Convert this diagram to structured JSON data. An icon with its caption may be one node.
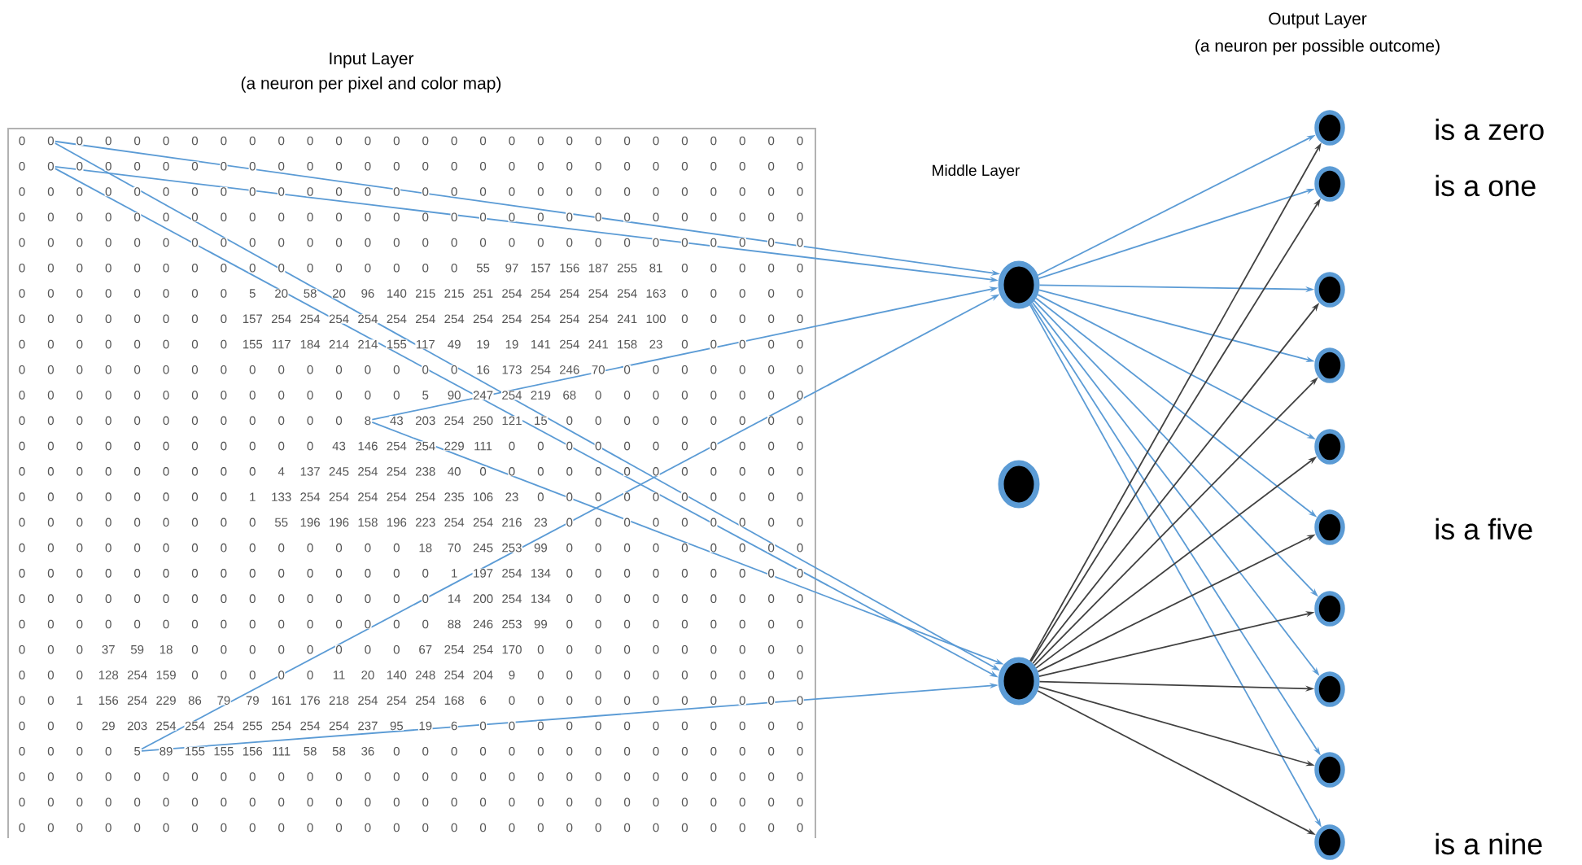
{
  "diagram": {
    "nodes": [
      {
        "text": [
          "0"
        ]
      },
      {
        "text": [
          "0"
        ]
      },
      {
        "text": [
          "8"
        ]
      },
      {
        "text": [
          "5"
        ]
      },
      {
        "text": [],
        "shape": "circle"
      },
      {
        "text": [],
        "shape": "circle"
      },
      {
        "text": [],
        "shape": "circle"
      },
      {
        "text": [],
        "shape": "circle",
        "beside": [
          "is a zero"
        ]
      },
      {
        "text": [],
        "shape": "circle",
        "beside": [
          "is a one"
        ]
      },
      {
        "text": [],
        "shape": "circle"
      },
      {
        "text": [],
        "shape": "circle"
      },
      {
        "text": [],
        "shape": "circle"
      },
      {
        "text": [],
        "shape": "circle",
        "beside": [
          "is a five"
        ]
      },
      {
        "text": [],
        "shape": "circle"
      },
      {
        "text": [],
        "shape": "circle"
      },
      {
        "text": [],
        "shape": "circle"
      },
      {
        "text": [],
        "shape": "circle",
        "beside": [
          "is a nine"
        ]
      }
    ],
    "edges": [
      {
        "from": 0,
        "to": 4,
        "arrow": "to"
      },
      {
        "from": 0,
        "to": 6,
        "arrow": "to"
      },
      {
        "from": 1,
        "to": 4,
        "arrow": "to"
      },
      {
        "from": 1,
        "to": 6,
        "arrow": "to"
      },
      {
        "from": 2,
        "to": 4,
        "arrow": "to"
      },
      {
        "from": 2,
        "to": 6,
        "arrow": "to"
      },
      {
        "from": 3,
        "to": 4,
        "arrow": "to"
      },
      {
        "from": 3,
        "to": 6,
        "arrow": "to"
      },
      {
        "from": 4,
        "to": 7,
        "arrow": "to"
      },
      {
        "from": 4,
        "to": 8,
        "arrow": "to"
      },
      {
        "from": 4,
        "to": 9,
        "arrow": "to"
      },
      {
        "from": 4,
        "to": 10,
        "arrow": "to"
      },
      {
        "from": 4,
        "to": 11,
        "arrow": "to"
      },
      {
        "from": 4,
        "to": 12,
        "arrow": "to"
      },
      {
        "from": 4,
        "to": 13,
        "arrow": "to"
      },
      {
        "from": 4,
        "to": 14,
        "arrow": "to"
      },
      {
        "from": 4,
        "to": 15,
        "arrow": "to"
      },
      {
        "from": 4,
        "to": 16,
        "arrow": "to"
      },
      {
        "from": 6,
        "to": 7,
        "arrow": "to",
        "color": "#404040"
      },
      {
        "from": 6,
        "to": 8,
        "arrow": "to",
        "color": "#404040"
      },
      {
        "from": 6,
        "to": 9,
        "arrow": "to",
        "color": "#404040"
      },
      {
        "from": 6,
        "to": 10,
        "arrow": "to",
        "color": "#404040"
      },
      {
        "from": 6,
        "to": 11,
        "arrow": "to",
        "color": "#404040"
      },
      {
        "from": 6,
        "to": 12,
        "arrow": "to",
        "color": "#404040"
      },
      {
        "from": 6,
        "to": 13,
        "arrow": "to",
        "color": "#404040"
      },
      {
        "from": 6,
        "to": 14,
        "arrow": "to",
        "color": "#404040"
      },
      {
        "from": 6,
        "to": 15,
        "arrow": "to",
        "color": "#404040"
      },
      {
        "from": 6,
        "to": 16,
        "arrow": "to",
        "color": "#404040"
      }
    ],
    "labels": [
      "Output Layer",
      "(a neuron per possible outcome)",
      "Input Layer",
      "(a neuron per pixel and color map)",
      "Middle Layer",
      "0",
      "0",
      "0",
      "0",
      "0",
      "0",
      "0",
      "0",
      "0",
      "0",
      "0",
      "0",
      "0",
      "0",
      "0",
      "0",
      "0",
      "0",
      "0",
      "0",
      "0",
      "0",
      "0",
      "0",
      "0",
      "0",
      "0",
      "0",
      "0",
      "0",
      "0",
      "0",
      "0",
      "0",
      "0",
      "0",
      "0",
      "0",
      "0",
      "0",
      "0",
      "0",
      "0",
      "0",
      "0",
      "0",
      "0",
      "0",
      "0",
      "0",
      "0",
      "0",
      "0",
      "0",
      "0",
      "0",
      "0",
      "0",
      "0",
      "0",
      "0",
      "0",
      "0",
      "0",
      "0",
      "0",
      "0",
      "0",
      "0",
      "0",
      "0",
      "0",
      "0",
      "0",
      "0",
      "0",
      "0",
      "0",
      "0",
      "0",
      "0",
      "0",
      "0",
      "0",
      "0",
      "0",
      "0",
      "0",
      "0",
      "0",
      "0",
      "0",
      "0",
      "0",
      "0",
      "0",
      "0",
      "0",
      "0",
      "0",
      "0",
      "0",
      "0",
      "0",
      "0",
      "0",
      "0",
      "0",
      "0",
      "0",
      "0",
      "0",
      "0",
      "0",
      "0",
      "0",
      "0",
      "0",
      "0",
      "0",
      "0",
      "0",
      "0",
      "0",
      "0",
      "0",
      "0",
      "0",
      "0",
      "0",
      "0",
      "0",
      "0",
      "0",
      "0",
      "0",
      "0",
      "0",
      "0",
      "0",
      "0",
      "0",
      "0",
      "0",
      "0",
      "0",
      "0",
      "0",
      "0",
      "0",
      "0",
      "0",
      "0",
      "0",
      "55",
      "97",
      "157",
      "156",
      "187",
      "255",
      "81",
      "0",
      "0",
      "0",
      "0",
      "0",
      "0",
      "0",
      "0",
      "0",
      "0",
      "0",
      "0",
      "0",
      "5",
      "20",
      "58",
      "20",
      "96",
      "140",
      "215",
      "215",
      "251",
      "254",
      "254",
      "254",
      "254",
      "254",
      "163",
      "0",
      "0",
      "0",
      "0",
      "0",
      "0",
      "0",
      "0",
      "0",
      "0",
      "0",
      "0",
      "0",
      "157",
      "254",
      "254",
      "254",
      "254",
      "254",
      "254",
      "254",
      "254",
      "254",
      "254",
      "254",
      "254",
      "241",
      "100",
      "0",
      "0",
      "0",
      "0",
      "0",
      "0",
      "0",
      "0",
      "0",
      "0",
      "0",
      "0",
      "0",
      "155",
      "117",
      "184",
      "214",
      "214",
      "155",
      "117",
      "49",
      "19",
      "19",
      "141",
      "254",
      "241",
      "158",
      "23",
      "0",
      "0",
      "0",
      "0",
      "0",
      "0",
      "0",
      "0",
      "0",
      "0",
      "0",
      "0",
      "0",
      "0",
      "0",
      "0",
      "0",
      "0",
      "0",
      "0",
      "0",
      "16",
      "173",
      "254",
      "246",
      "70",
      "0",
      "0",
      "0",
      "0",
      "0",
      "0",
      "0",
      "0",
      "0",
      "0",
      "0",
      "0",
      "0",
      "0",
      "0",
      "0",
      "0",
      "0",
      "0",
      "0",
      "0",
      "5",
      "90",
      "247",
      "254",
      "219",
      "68",
      "0",
      "0",
      "0",
      "0",
      "0",
      "0",
      "0",
      "0",
      "0",
      "0",
      "0",
      "0",
      "0",
      "0",
      "0",
      "0",
      "0",
      "0",
      "0",
      "0",
      "43",
      "203",
      "254",
      "250",
      "121",
      "15",
      "0",
      "0",
      "0",
      "0",
      "0",
      "0",
      "0",
      "0",
      "0",
      "0",
      "0",
      "0",
      "0",
      "0",
      "0",
      "0",
      "0",
      "0",
      "0",
      "0",
      "43",
      "146",
      "254",
      "254",
      "229",
      "111",
      "0",
      "0",
      "0",
      "0",
      "0",
      "0",
      "0",
      "0",
      "0",
      "0",
      "0",
      "0",
      "0",
      "0",
      "0",
      "0",
      "0",
      "0",
      "0",
      "0",
      "4",
      "137",
      "245",
      "254",
      "254",
      "238",
      "40",
      "0",
      "0",
      "0",
      "0",
      "0",
      "0",
      "0",
      "0",
      "0",
      "0",
      "0",
      "0",
      "0",
      "0",
      "0",
      "0",
      "0",
      "0",
      "0",
      "0",
      "1",
      "133",
      "254",
      "254",
      "254",
      "254",
      "254",
      "235",
      "106",
      "23",
      "0",
      "0",
      "0",
      "0",
      "0",
      "0",
      "0",
      "0",
      "0",
      "0",
      "0",
      "0",
      "0",
      "0",
      "0",
      "0",
      "0",
      "0",
      "0",
      "55",
      "196",
      "196",
      "158",
      "196",
      "223",
      "254",
      "254",
      "216",
      "23",
      "0",
      "0",
      "0",
      "0",
      "0",
      "0",
      "0",
      "0",
      "0",
      "0",
      "0",
      "0",
      "0",
      "0",
      "0",
      "0",
      "0",
      "0",
      "0",
      "0",
      "0",
      "0",
      "0",
      "18",
      "70",
      "245",
      "253",
      "99",
      "0",
      "0",
      "0",
      "0",
      "0",
      "0",
      "0",
      "0",
      "0",
      "0",
      "0",
      "0",
      "0",
      "0",
      "0",
      "0",
      "0",
      "0",
      "0",
      "0",
      "0",
      "0",
      "0",
      "0",
      "1",
      "197",
      "254",
      "134",
      "0",
      "0",
      "0",
      "0",
      "0",
      "0",
      "0",
      "0",
      "0",
      "0",
      "0",
      "0",
      "0",
      "0",
      "0",
      "0",
      "0",
      "0",
      "0",
      "0",
      "0",
      "0",
      "0",
      "0",
      "14",
      "200",
      "254",
      "134",
      "0",
      "0",
      "0",
      "0",
      "0",
      "0",
      "0",
      "0",
      "0",
      "0",
      "0",
      "0",
      "0",
      "0",
      "0",
      "0",
      "0",
      "0",
      "0",
      "0",
      "0",
      "0",
      "0",
      "0",
      "88",
      "246",
      "253",
      "99",
      "0",
      "0",
      "0",
      "0",
      "0",
      "0",
      "0",
      "0",
      "0",
      "0",
      "0",
      "0",
      "37",
      "59",
      "18",
      "0",
      "0",
      "0",
      "0",
      "0",
      "0",
      "0",
      "0",
      "67",
      "254",
      "254",
      "170",
      "0",
      "0",
      "0",
      "0",
      "0",
      "0",
      "0",
      "0",
      "0",
      "0",
      "0",
      "0",
      "0",
      "128",
      "254",
      "159",
      "0",
      "0",
      "0",
      "0",
      "0",
      "11",
      "20",
      "140",
      "248",
      "254",
      "204",
      "9",
      "0",
      "0",
      "0",
      "0",
      "0",
      "0",
      "0",
      "0",
      "0",
      "0",
      "0",
      "0",
      "1",
      "156",
      "254",
      "229",
      "86",
      "79",
      "79",
      "161",
      "176",
      "218",
      "254",
      "254",
      "254",
      "168",
      "6",
      "0",
      "0",
      "0",
      "0",
      "0",
      "0",
      "0",
      "0",
      "0",
      "0",
      "0",
      "0",
      "0",
      "0",
      "29",
      "203",
      "254",
      "254",
      "254",
      "255",
      "254",
      "254",
      "254",
      "237",
      "95",
      "19",
      "6",
      "0",
      "0",
      "0",
      "0",
      "0",
      "0",
      "0",
      "0",
      "0",
      "0",
      "0",
      "0",
      "0",
      "0",
      "0",
      "0",
      "89",
      "155",
      "155",
      "156",
      "111",
      "58",
      "58",
      "36",
      "0",
      "0",
      "0",
      "0",
      "0",
      "0",
      "0",
      "0",
      "0",
      "0",
      "0",
      "0",
      "0",
      "0",
      "0",
      "0",
      "0",
      "0",
      "0",
      "0",
      "0",
      "0",
      "0",
      "0",
      "0",
      "0",
      "0",
      "0",
      "0",
      "0",
      "0",
      "0",
      "0",
      "0",
      "0",
      "0",
      "0",
      "0",
      "0",
      "0",
      "0",
      "0",
      "0",
      "0",
      "0",
      "0",
      "0",
      "0",
      "0",
      "0",
      "0",
      "0",
      "0",
      "0",
      "0",
      "0",
      "0",
      "0",
      "0",
      "0",
      "0",
      "0",
      "0",
      "0",
      "0",
      "0",
      "0",
      "0",
      "0",
      "0",
      "0",
      "0",
      "0",
      "0",
      "0",
      "0",
      "0",
      "0",
      "0",
      "0",
      "0",
      "0",
      "0",
      "0",
      "0",
      "0",
      "0",
      "0",
      "0",
      "0",
      "0",
      "0",
      "0",
      "0",
      "0",
      "0",
      "0",
      "0",
      "0"
    ]
  }
}
